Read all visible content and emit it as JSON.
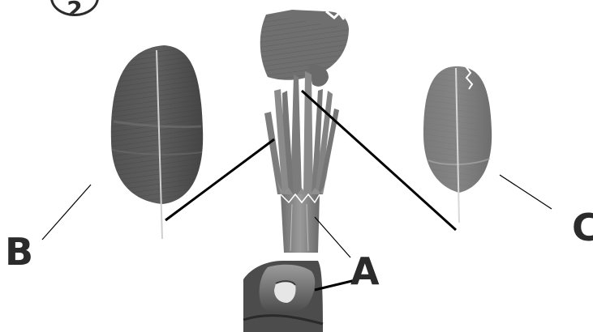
{
  "figure_number": "2",
  "labels": {
    "a": "A",
    "b": "B",
    "c": "C"
  },
  "colors": {
    "leaf_dark": "#4a4a4a",
    "leaf_mid": "#6a6a6a",
    "leaf_light": "#8a8a8a",
    "label_text": "#2b2b2b",
    "leader_line": "#000000"
  }
}
